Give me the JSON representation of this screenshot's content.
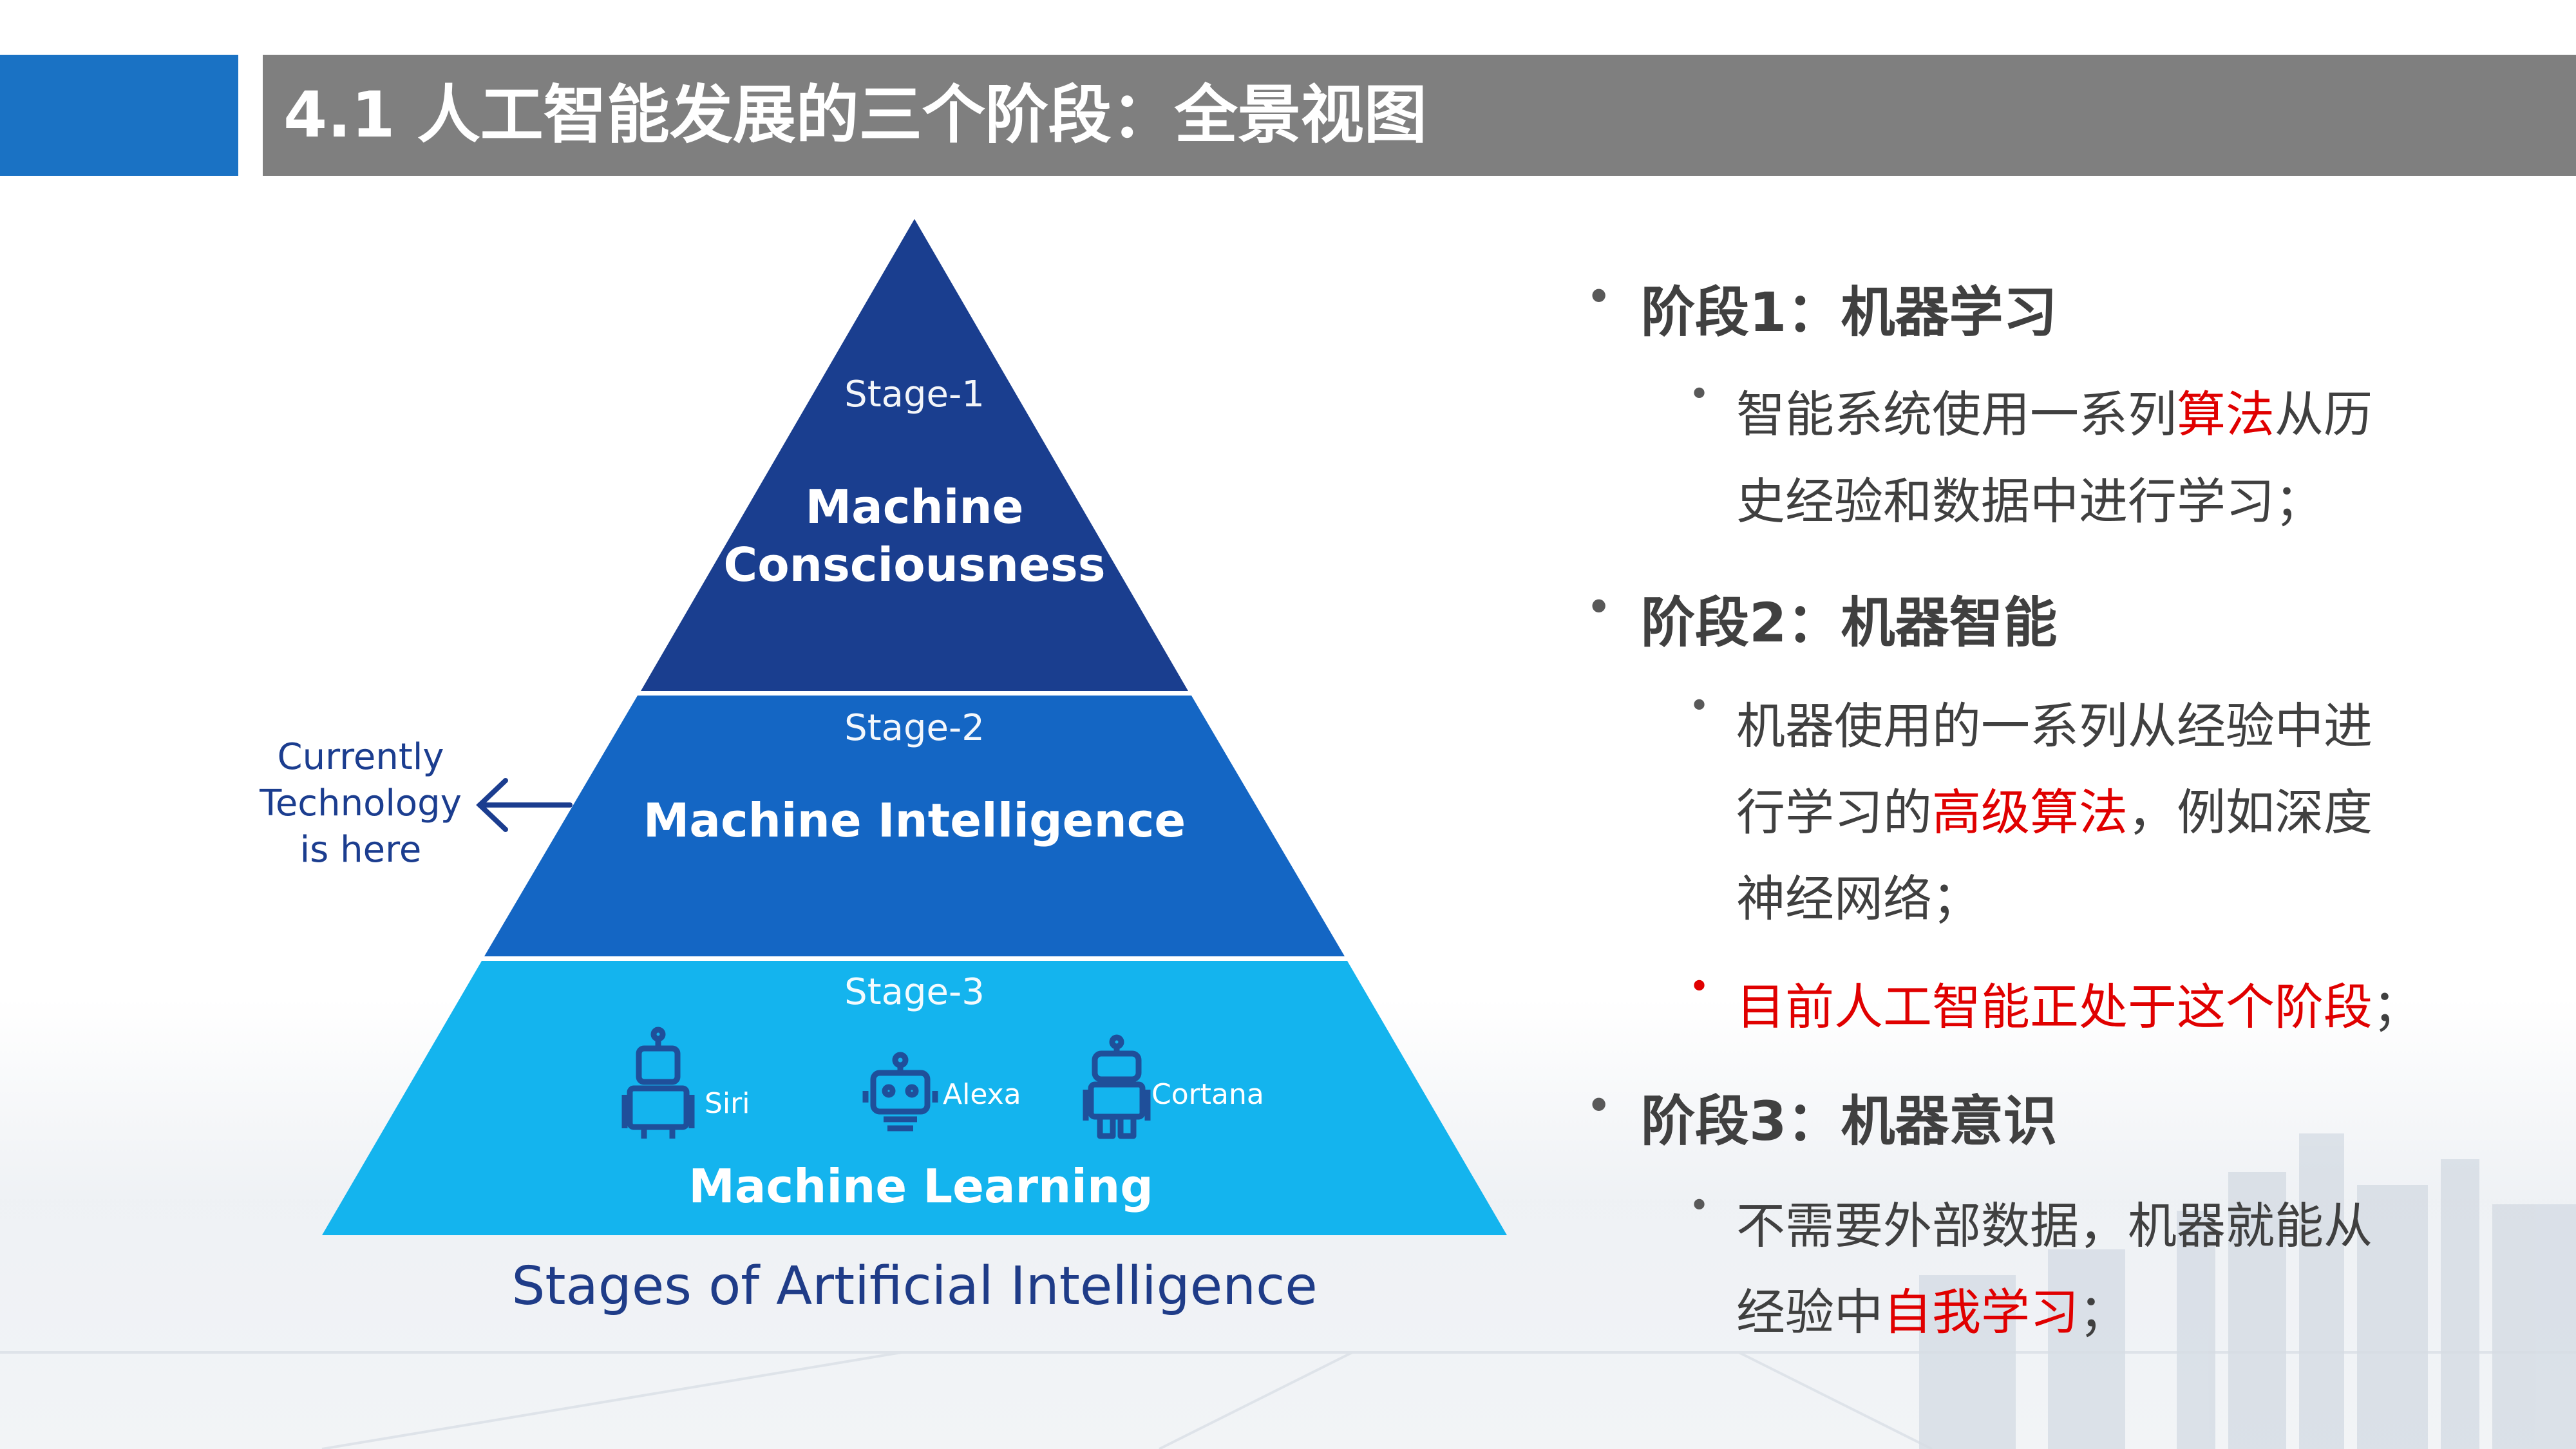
{
  "header": {
    "title": "4.1 人工智能发展的三个阶段：全景视图"
  },
  "pyramid": {
    "stage1": {
      "label": "Stage-1",
      "name_line1": "Machine",
      "name_line2": "Consciousness"
    },
    "stage2": {
      "label": "Stage-2",
      "name": "Machine Intelligence"
    },
    "stage3": {
      "label": "Stage-3",
      "name": "Machine Learning",
      "assistants": [
        "Siri",
        "Alexa",
        "Cortana"
      ]
    },
    "side_note": {
      "line1": "Currently",
      "line2": "Technology",
      "line3": "is here"
    },
    "caption": "Stages of Artificial Intelligence",
    "colors": {
      "stage1": "#1a3e8f",
      "stage2": "#1466c4",
      "stage3": "#14b4ee"
    }
  },
  "bullets": {
    "s1_head": "阶段1：机器学习",
    "s1_line1_a": "智能系统使用一系列",
    "s1_line1_red": "算法",
    "s1_line1_b": "从历",
    "s1_line2": "史经验和数据中进行学习；",
    "s2_head": "阶段2：机器智能",
    "s2_line1": "机器使用的一系列从经验中进",
    "s2_line2_a": "行学习的",
    "s2_line2_red": "高级算法",
    "s2_line2_b": "，例如深度",
    "s2_line3": "神经网络；",
    "s2_note_red": "目前人工智能正处于这个阶段",
    "s2_note_tail": "；",
    "s3_head": "阶段3：机器意识",
    "s3_line1": "不需要外部数据，机器就能从",
    "s3_line2_a": "经验中",
    "s3_line2_red": "自我学习",
    "s3_line2_b": "；"
  }
}
